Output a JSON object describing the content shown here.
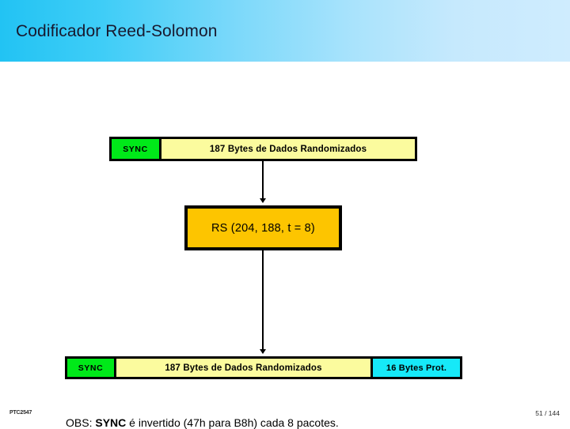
{
  "header": {
    "title": "Codificador Reed-Solomon",
    "gradient_from": "#22c3f3",
    "gradient_to": "#cfecfe",
    "title_color": "#18182e"
  },
  "diagram": {
    "colors": {
      "sync": "#00e919",
      "data": "#fbfb9e",
      "parity": "#16e9f8",
      "rs_block": "#fdc500",
      "border": "#000000"
    },
    "input_frame": {
      "label": "input-frame",
      "segments": [
        {
          "name": "sync",
          "text": "SYNC"
        },
        {
          "name": "payload",
          "text": "187 Bytes de Dados Randomizados"
        }
      ]
    },
    "encoder": {
      "label": "RS (204, 188, t = 8)"
    },
    "output_frame": {
      "label": "output-frame",
      "segments": [
        {
          "name": "sync",
          "text": "SYNC"
        },
        {
          "name": "payload",
          "text": "187 Bytes de Dados Randomizados"
        },
        {
          "name": "parity",
          "text": "16 Bytes Prot."
        }
      ]
    },
    "arrows": [
      {
        "name": "arrow-input-to-encoder",
        "direction": "down"
      },
      {
        "name": "arrow-encoder-to-output",
        "direction": "down"
      }
    ]
  },
  "note": {
    "prefix": "OBS: ",
    "emphasis": "SYNC",
    "rest": " é invertido (47h para B8h) cada 8 pacotes."
  },
  "footer": {
    "course_code": "PTC2547",
    "page": "51 / 144"
  }
}
